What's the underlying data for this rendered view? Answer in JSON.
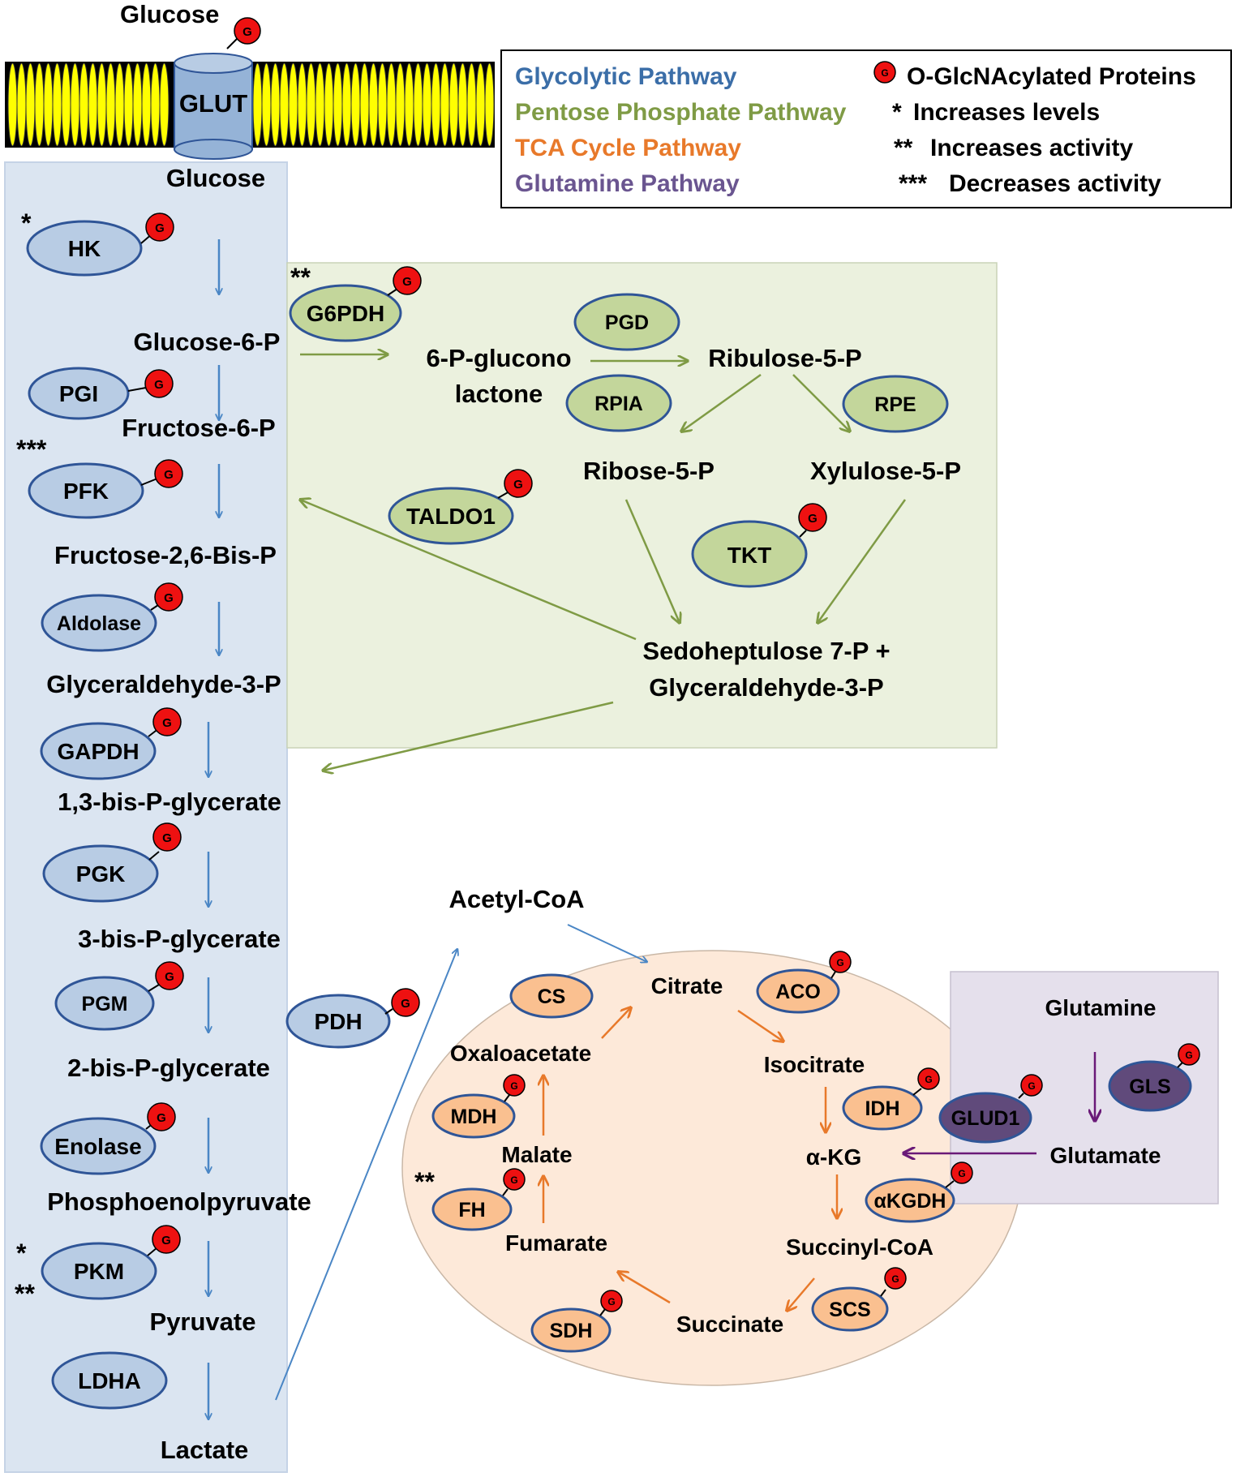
{
  "membrane": {
    "outside_label": "Glucose",
    "transporter": "GLUT"
  },
  "legend": {
    "pathways": [
      {
        "label": "Glycolytic Pathway",
        "color": "#3b6ea8"
      },
      {
        "label": "Pentose Phosphate Pathway",
        "color": "#7f9b45"
      },
      {
        "label": "TCA Cycle Pathway",
        "color": "#e8792a"
      },
      {
        "label": "Glutamine Pathway",
        "color": "#6a5590"
      }
    ],
    "marks": [
      {
        "symbol": "",
        "label": "O-GlcNAcylated Proteins"
      },
      {
        "symbol": "*",
        "label": "Increases levels"
      },
      {
        "symbol": "**",
        "label": "Increases activity"
      },
      {
        "symbol": "***",
        "label": "Decreases activity"
      }
    ]
  },
  "g_mark": "G",
  "glycolysis": {
    "metabolites": [
      "Glucose",
      "Glucose-6-P",
      "Fructose-6-P",
      "Fructose-2,6-Bis-P",
      "Glyceraldehyde-3-P",
      "1,3-bis-P-glycerate",
      "3-bis-P-glycerate",
      "2-bis-P-glycerate",
      "Phosphoenolpyruvate",
      "Pyruvate",
      "Lactate"
    ],
    "enzymes": [
      "HK",
      "PGI",
      "PFK",
      "Aldolase",
      "GAPDH",
      "PGK",
      "PGM",
      "Enolase",
      "PKM",
      "LDHA"
    ],
    "stars": {
      "hk": "*",
      "pfk": "***",
      "pkm_top": "*",
      "pkm_bottom": "**"
    }
  },
  "ppp": {
    "metabolites": [
      "6-P-glucono",
      "lactone",
      "Ribulose-5-P",
      "Ribose-5-P",
      "Xylulose-5-P",
      "Sedoheptulose 7-P +",
      "Glyceraldehyde-3-P"
    ],
    "enzymes": [
      "G6PDH",
      "PGD",
      "RPIA",
      "RPE",
      "TALDO1",
      "TKT"
    ],
    "stars": {
      "g6pdh": "**"
    }
  },
  "pdh": "PDH",
  "tca": {
    "metabolites": [
      "Acetyl-CoA",
      "Citrate",
      "Isocitrate",
      "α-KG",
      "Succinyl-CoA",
      "Succinate",
      "Fumarate",
      "Malate",
      "Oxaloacetate"
    ],
    "enzymes": [
      "CS",
      "ACO",
      "IDH",
      "αKGDH",
      "SCS",
      "SDH",
      "FH",
      "MDH"
    ],
    "stars": {
      "fh": "**"
    }
  },
  "glutamine": {
    "metabolites": [
      "Glutamine",
      "Glutamate"
    ],
    "enzymes": [
      "GLS",
      "GLUD1"
    ]
  }
}
